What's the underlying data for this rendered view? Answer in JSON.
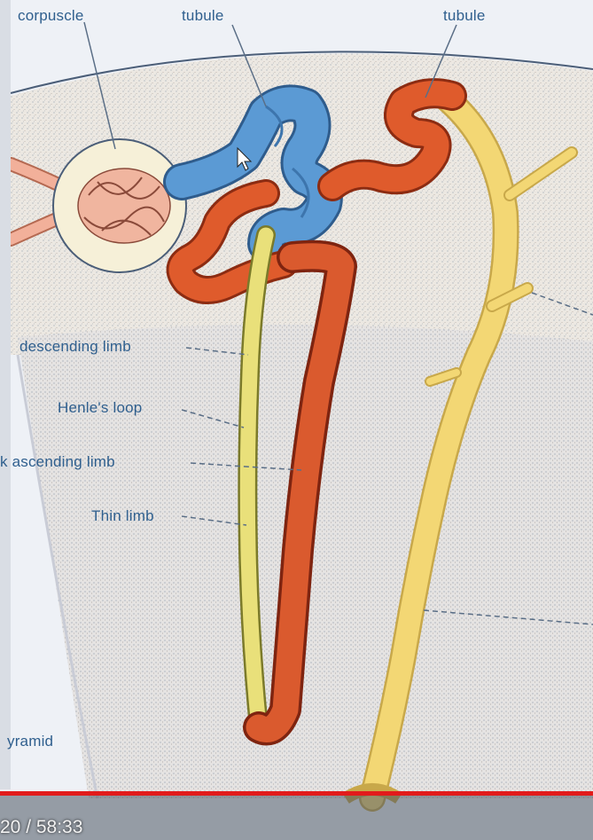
{
  "labels": {
    "corpuscle": "corpuscle",
    "tubule_left": "tubule",
    "tubule_right": "tubule",
    "descending_limb": "descending limb",
    "henles_loop": "Henle's loop",
    "ascending_limb": "k ascending limb",
    "thin_limb": "Thin limb",
    "pyramid": "yramid"
  },
  "player": {
    "time": "20 / 58:33",
    "progress_color": "#e21b1b"
  },
  "colors": {
    "red_tubule": "#d5562f",
    "blue_tubule": "#4f8fc9",
    "collecting_duct": "#f2d36c",
    "tissue": "#ece6de",
    "label": "#2f5f8e"
  }
}
